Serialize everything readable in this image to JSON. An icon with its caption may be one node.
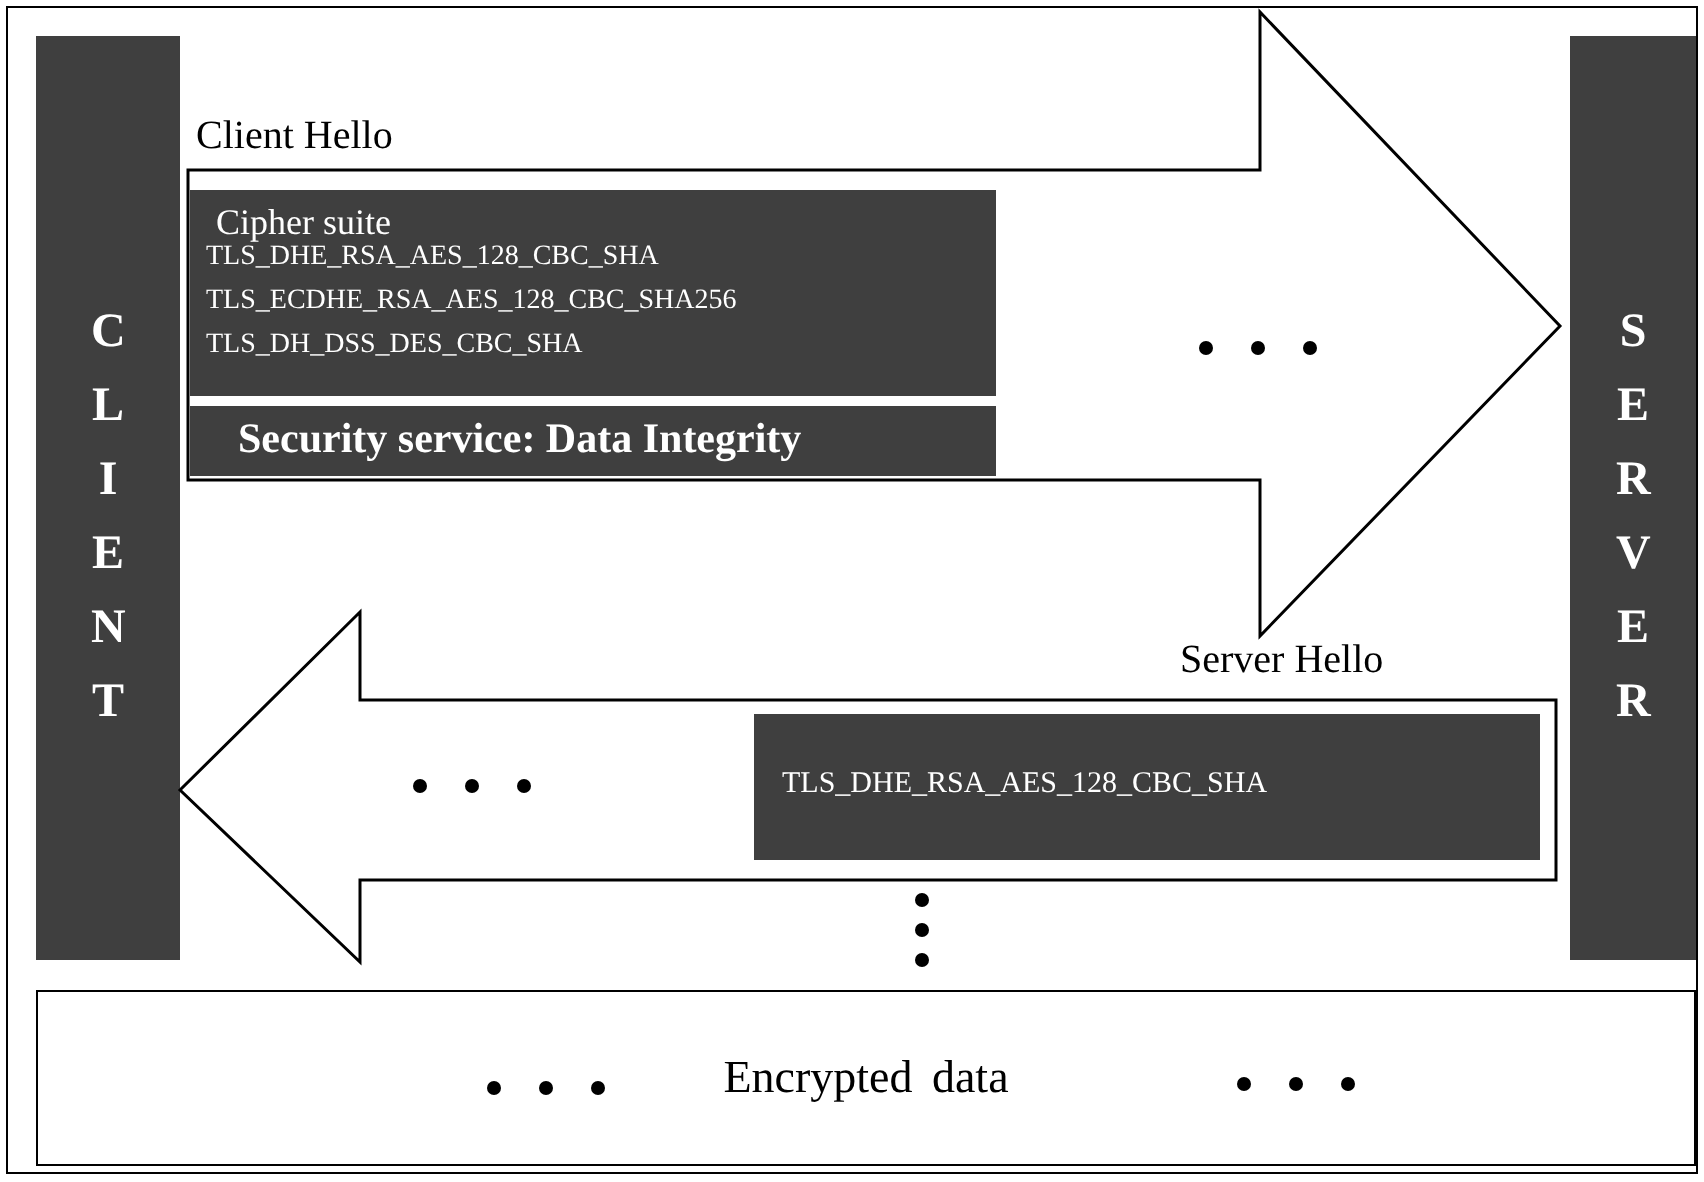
{
  "diagram": {
    "nodes": [
      {
        "text": [
          "CLIENT"
        ]
      },
      {
        "text": [
          "SERVER"
        ]
      },
      {
        "text": [
          "Client Hello"
        ]
      },
      {
        "text": [
          "Cipher suite",
          "TLS_DHE_RSA_AES_128_CBC_SHA",
          "TLS_ECDHE_RSA_AES_128_CBC_SHA256",
          "TLS_DH_DSS_DES_CBC_SHA"
        ],
        "in": 2
      },
      {
        "text": [
          "Security service: Data Integrity"
        ],
        "in": 2
      },
      {
        "text": [
          "Server Hello"
        ]
      },
      {
        "text": [
          "TLS_DHE_RSA_AES_128_CBC_SHA"
        ],
        "in": 5
      },
      {
        "text": [
          "Encrypted data"
        ]
      }
    ]
  }
}
